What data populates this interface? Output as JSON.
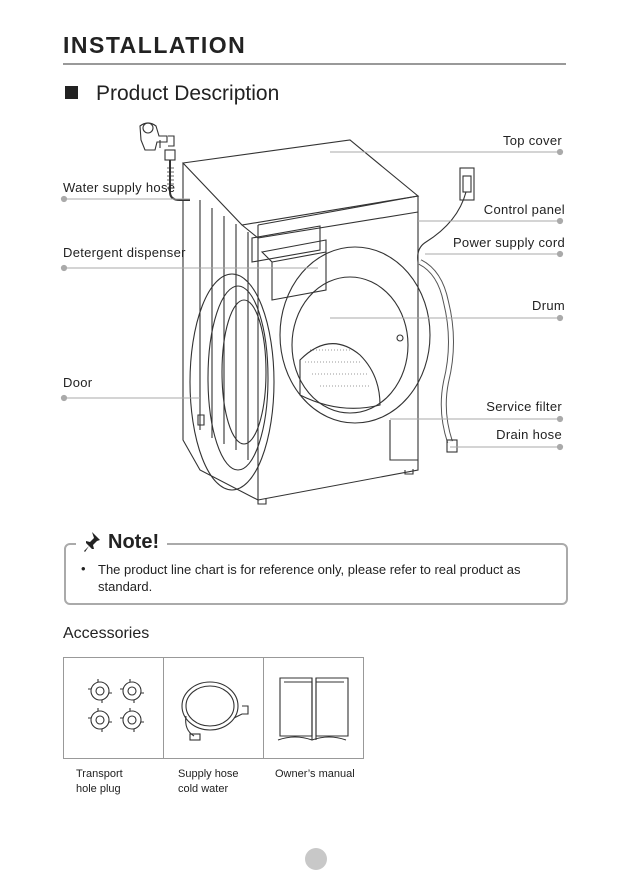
{
  "heading": "INSTALLATION",
  "section_title": "Product Description",
  "callouts": {
    "top_cover": "Top cover",
    "water_supply_hose": "Water supply hose",
    "control_panel": "Control panel",
    "power_supply_cord": "Power supply cord",
    "detergent_dispenser": "Detergent dispenser",
    "drum": "Drum",
    "door": "Door",
    "service_filter": "Service filter",
    "drain_hose": "Drain hose"
  },
  "note": {
    "title": "Note!",
    "bullet": "•",
    "text": "The product line chart is for reference only, please refer to real product as standard."
  },
  "accessories": {
    "title": "Accessories",
    "items": [
      {
        "line1": "Transport",
        "line2": "hole plug"
      },
      {
        "line1": "Supply hose",
        "line2": "cold water"
      },
      {
        "line1": "Owner’s manual",
        "line2": ""
      }
    ]
  },
  "icons": [
    "pushpin-icon",
    "transport-plug-icon",
    "supply-hose-icon",
    "manual-book-icon"
  ]
}
